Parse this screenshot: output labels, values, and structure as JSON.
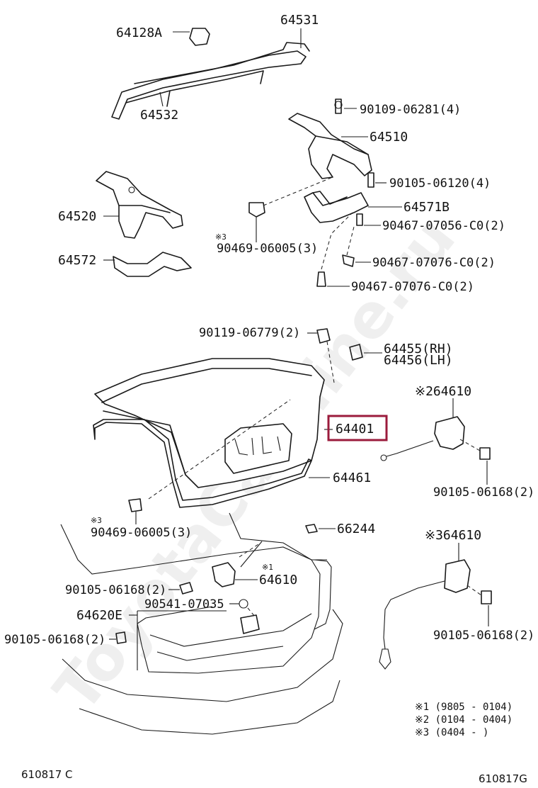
{
  "labels": {
    "p64128A": "64128A",
    "p64531": "64531",
    "p64532": "64532",
    "p90109": "90109-06281(4)",
    "p64510": "64510",
    "p90105_06120": "90105-06120(4)",
    "p64520": "64520",
    "p64571B": "64571B",
    "p90467_07056": "90467-07056-C0(2)",
    "p64572": "64572",
    "mark3a": "※3",
    "p90469a": "90469-06005(3)",
    "p90467_07076a": "90467-07076-C0(2)",
    "p90467_07076b": "90467-07076-C0(2)",
    "p90119": "90119-06779(2)",
    "p64455": "64455(RH)",
    "p64456": "64456(LH)",
    "p64610a": "※264610",
    "p64401": "64401",
    "p64461": "64461",
    "p90105_06168a": "90105-06168(2)",
    "mark3b": "※3",
    "p90469b": "90469-06005(3)",
    "p66244": "66244",
    "p64610b": "※364610",
    "mark1": "※1",
    "p90105_06168b": "90105-06168(2)",
    "p64610c": "64610",
    "p90541": "90541-07035",
    "p64620E": "64620E",
    "p90105_06168c": "90105-06168(2)",
    "p90105_06168d": "90105-06168(2)"
  },
  "notes": {
    "n1": "※1 (9805 - 0104)",
    "n2": "※2 (0104 - 0404)",
    "n3": "※3 (0404 -       )"
  },
  "footer": {
    "left": "610817 C",
    "right": "610817G"
  },
  "watermark": "ToyotaCarMine.ru",
  "colors": {
    "highlight": "#9b1b3c",
    "ink": "#1a1a1a"
  }
}
